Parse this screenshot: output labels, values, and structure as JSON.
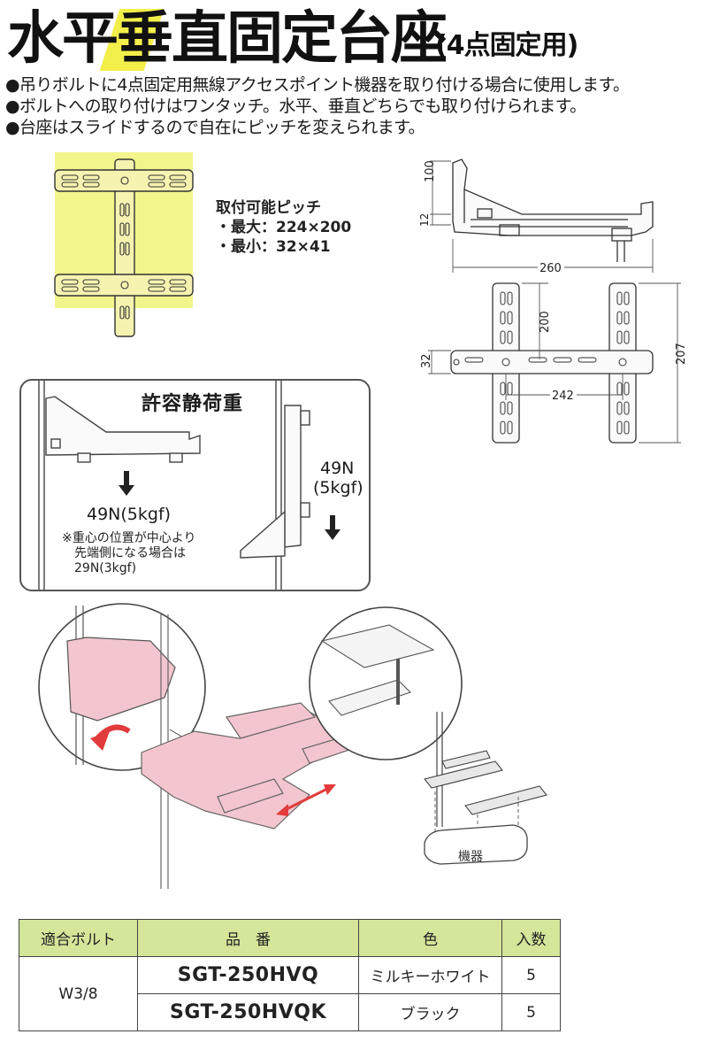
{
  "title": {
    "main": "水平垂直固定台座",
    "sub": "(4点固定用)"
  },
  "bullets": [
    "●吊りボルトに4点固定用無線アクセスポイント機器を取り付ける場合に使用します。",
    "●ボルトへの取り付けはワンタッチ。水平、垂直どちらでも取り付けられます。",
    "●台座はスライドするので自在にピッチを変えられます。"
  ],
  "pitch": {
    "title": "取付可能ピッチ",
    "max": "・最大：224×200",
    "min": "・最小：32×41"
  },
  "dimensions": {
    "d100": "100",
    "d12": "12",
    "d260": "260",
    "d200": "200",
    "d32": "32",
    "d242": "242",
    "d207": "207"
  },
  "load": {
    "title": "許容静荷重",
    "horizontal": "49N(5kgf)",
    "vertical_line1": "49N",
    "vertical_line2": "(5kgf)",
    "note": [
      "※重心の位置が中心より",
      "先端側になる場合は",
      "29N(3kgf)"
    ]
  },
  "device_label": "機器",
  "table": {
    "headers": [
      "適合ボルト",
      "品　番",
      "色",
      "入数"
    ],
    "bolt": "W3/8",
    "rows": [
      {
        "part": "SGT-250HVQ",
        "color": "ミルキーホワイト",
        "qty": "5"
      },
      {
        "part": "SGT-250HVQK",
        "color": "ブラック",
        "qty": "5"
      }
    ]
  },
  "colors": {
    "highlight": "#f3ef4a",
    "pitch_area": "#f2f48c",
    "product_pink": "#f3c6cf",
    "header_green": "#d4e69a",
    "arrow_red": "#e23b3b"
  }
}
